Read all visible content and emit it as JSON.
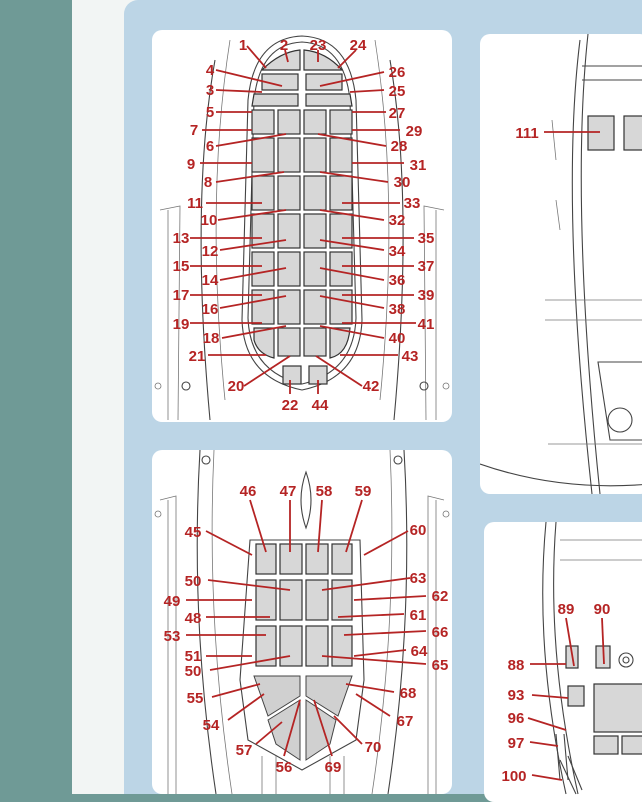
{
  "labels": {
    "l1": "1",
    "l2": "2",
    "l3": "3",
    "l4": "4",
    "l5": "5",
    "l6": "6",
    "l7": "7",
    "l8": "8",
    "l9": "9",
    "l10": "10",
    "l11": "11",
    "l12": "12",
    "l13": "13",
    "l14": "14",
    "l15": "15",
    "l16": "16",
    "l17": "17",
    "l18": "18",
    "l19": "19",
    "l20": "20",
    "l21": "21",
    "l22": "22",
    "l23": "23",
    "l24": "24",
    "l25": "25",
    "l26": "26",
    "l27": "27",
    "l28": "28",
    "l29": "29",
    "l30": "30",
    "l31": "31",
    "l32": "32",
    "l33": "33",
    "l34": "34",
    "l35": "35",
    "l36": "36",
    "l37": "37",
    "l38": "38",
    "l39": "39",
    "l40": "40",
    "l41": "41",
    "l42": "42",
    "l43": "43",
    "l44": "44",
    "l45": "45",
    "l46": "46",
    "l47": "47",
    "l48": "48",
    "l49": "49",
    "l50a": "50",
    "l50b": "50",
    "l51": "51",
    "l53": "53",
    "l54": "54",
    "l55": "55",
    "l56": "56",
    "l57": "57",
    "l58": "58",
    "l59": "59",
    "l60": "60",
    "l61": "61",
    "l62": "62",
    "l63": "63",
    "l64": "64",
    "l65": "65",
    "l66": "66",
    "l67": "67",
    "l68": "68",
    "l69": "69",
    "l70": "70",
    "l88": "88",
    "l89": "89",
    "l90": "90",
    "l93": "93",
    "l96": "96",
    "l97": "97",
    "l100": "100",
    "l111": "111"
  },
  "colors": {
    "label": "#b52424",
    "frame": "#bcd5e6",
    "background": "#6f9a96",
    "pane": "#d7d7d7"
  }
}
